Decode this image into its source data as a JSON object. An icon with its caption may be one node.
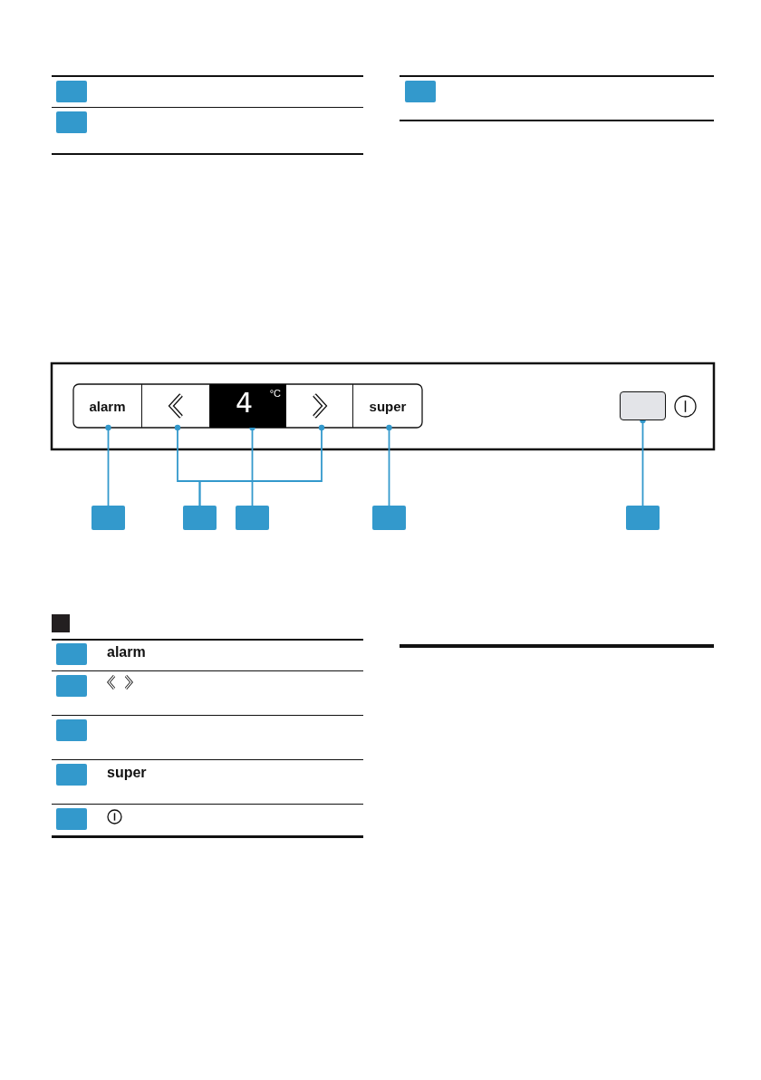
{
  "diagram": {
    "nodes": [
      {
        "text": [],
        "shape": "box"
      },
      {
        "text": [],
        "shape": "box"
      },
      {
        "text": [],
        "shape": "box"
      },
      {
        "text": [
          "alarm"
        ]
      },
      {
        "text": [],
        "shape": "box"
      },
      {
        "text": [
          "4",
          "°C"
        ]
      },
      {
        "text": [],
        "shape": "box"
      },
      {
        "text": [
          "super"
        ]
      },
      {
        "text": [],
        "shape": "box"
      },
      {
        "text": [],
        "shape": "box"
      },
      {
        "text": [],
        "shape": "box"
      },
      {
        "text": [],
        "shape": "box"
      },
      {
        "text": [],
        "shape": "box"
      },
      {
        "text": [],
        "shape": "box"
      },
      {
        "text": [],
        "shape": "box"
      },
      {
        "text": [],
        "shape": "box"
      },
      {
        "text": [],
        "shape": "box"
      },
      {
        "text": [],
        "shape": "box"
      },
      {
        "text": [],
        "shape": "box"
      },
      {
        "text": [],
        "shape": "box"
      }
    ],
    "edges": [
      {
        "from": 9,
        "to": 3,
        "arrow": "other"
      },
      {
        "from": 10,
        "to": 4,
        "arrow": "other"
      },
      {
        "from": 10,
        "to": 6,
        "arrow": "other"
      },
      {
        "from": 11,
        "to": 5,
        "arrow": "other"
      },
      {
        "from": 12,
        "to": 7,
        "arrow": "other"
      },
      {
        "from": 13,
        "to": 8,
        "arrow": "other"
      }
    ],
    "labels": [
      "alarm",
      "super"
    ]
  }
}
